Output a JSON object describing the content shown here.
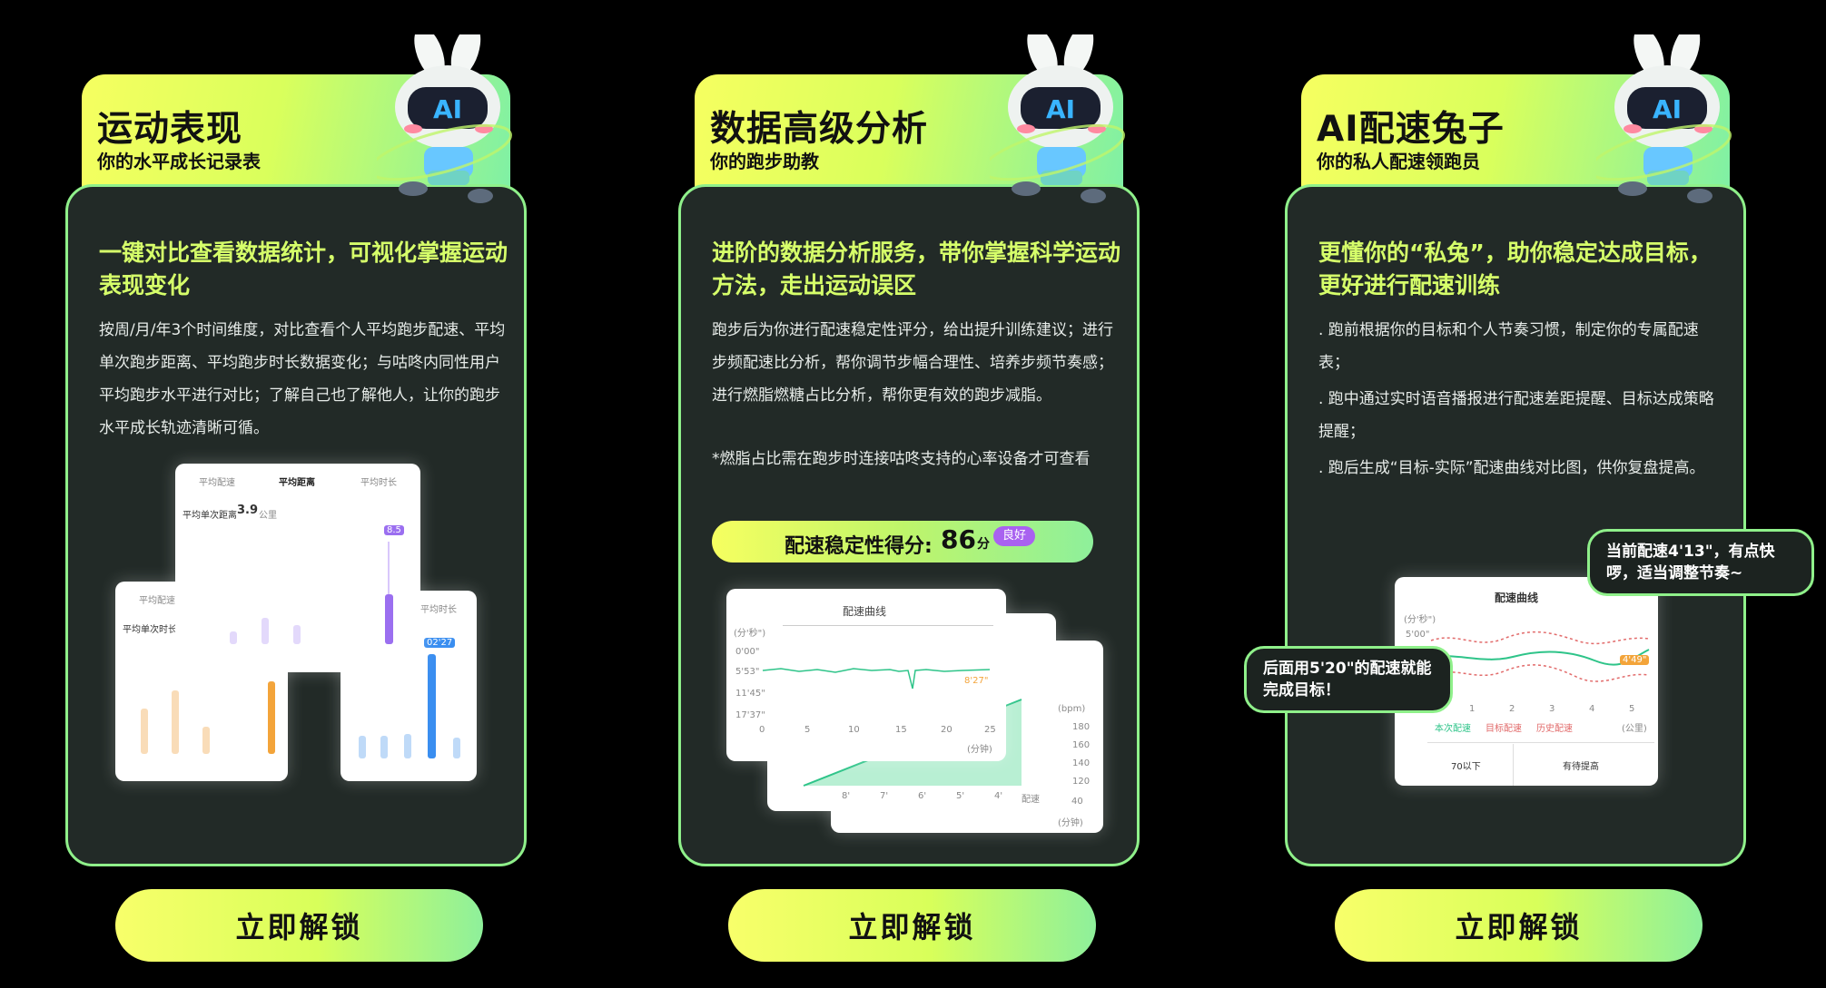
{
  "cards": [
    {
      "title": "运动表现",
      "subtitle": "你的水平成长记录表",
      "headline": "一键对比查看数据统计，可视化掌握运动表现变化",
      "description": "按周/月/年3个时间维度，对比查看个人平均跑步配速、平均单次跑步距离、平均跑步时长数据变化；与咕咚内同性用户平均跑步水平进行对比；了解自己也了解他人，让你的跑步水平成长轨迹清晰可循。",
      "cta": "立即解锁",
      "mock": {
        "tabs": [
          "平均配速",
          "平均距离",
          "平均时长"
        ],
        "metric_label": "平均单次距离",
        "metric_value": "3.9",
        "metric_unit": "公里",
        "peak_label": "8.5",
        "back_left_tab": "平均配速",
        "back_left_metric": "平均单次时长",
        "back_right_tab": "平均时长",
        "back_right_peak": "02'27"
      }
    },
    {
      "title": "数据高级分析",
      "subtitle": "你的跑步助教",
      "headline": "进阶的数据分析服务，带你掌握科学运动方法，走出运动误区",
      "description": "跑步后为你进行配速稳定性评分，给出提升训练建议；进行步频配速比分析，帮你调节步幅合理性、培养步频节奏感；进行燃脂燃糖占比分析，帮你更有效的跑步减脂。",
      "note": "*燃脂占比需在跑步时连接咕咚支持的心率设备才可查看",
      "score_label": "配速稳定性得分:",
      "score_value": "86",
      "score_unit": "分",
      "score_badge": "良好",
      "cta": "立即解锁",
      "mock": {
        "title": "配速曲线",
        "unit": "(分'秒\")",
        "y_ticks": [
          "0'00\"",
          "5'53\"",
          "11'45\"",
          "17'37\""
        ],
        "x_ticks": [
          "0",
          "5",
          "10",
          "15",
          "20",
          "25"
        ],
        "x_unit": "(分钟)",
        "value_label": "8'27\"",
        "back_unit": "(bpm)",
        "back_ticks": [
          "180",
          "160",
          "140",
          "120"
        ],
        "back_x_ticks": [
          "8'",
          "7'",
          "6'",
          "5'",
          "4'"
        ],
        "back_x_end": "配速",
        "back2_ticks": [
          "40"
        ],
        "back2_unit": "(分钟)"
      }
    },
    {
      "title": "AI配速兔子",
      "subtitle": "你的私人配速领跑员",
      "headline": "更懂你的“私兔”，助你稳定达成目标，更好进行配速训练",
      "bullets": [
        ". 跑前根据你的目标和个人节奏习惯，制定你的专属配速表；",
        ". 跑中通过实时语音播报进行配速差距提醒、目标达成策略提醒；",
        ". 跑后生成“目标-实际”配速曲线对比图，供你复盘提高。"
      ],
      "bubble_right": "当前配速4'13\"，有点快啰，适当调整节奏~",
      "bubble_left": "后面用5'20\"的配速就能完成目标！",
      "cta": "立即解锁",
      "mock": {
        "title": "配速曲线",
        "unit": "(分'秒\")",
        "y_tick": "5'00\"",
        "x_ticks": [
          "1",
          "2",
          "3",
          "4",
          "5"
        ],
        "x_unit": "(公里)",
        "legend": [
          "本次配速",
          "目标配速",
          "历史配速"
        ],
        "value_label": "4'49\"",
        "foot_left": "70以下",
        "foot_right": "有待提高"
      }
    }
  ],
  "colors": {
    "background": "#000000",
    "panel": "#222a27",
    "accent_green": "#8ff08a",
    "headline": "#d6ff6a",
    "gradient_start": "#f6ff60",
    "gradient_end": "#8ef09b",
    "badge": "#a962f0"
  },
  "icons": [
    "ai-rabbit-mascot-icon"
  ]
}
